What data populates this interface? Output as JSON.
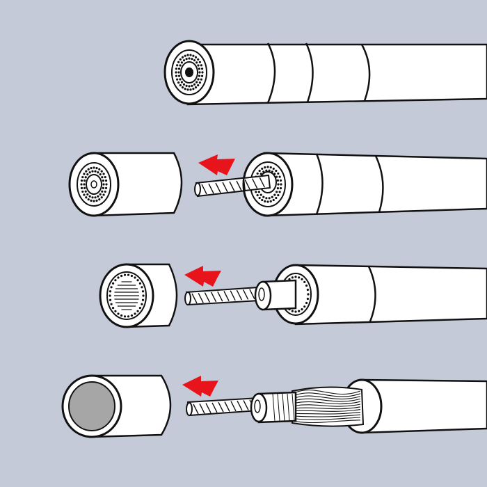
{
  "colors": {
    "background": "#c5cad8",
    "cable": "#ffffff",
    "outline": "#111111",
    "arrow": "#e8141b",
    "sleeve_inner": "#a6a6a6"
  },
  "steps": [
    {
      "id": "step-1",
      "name": "intact-coax-cable",
      "arrow": false,
      "removed_part": "none"
    },
    {
      "id": "step-2",
      "name": "strip-outer-jacket-over-braid",
      "arrow": true,
      "arrow_direction": "left",
      "removed_part": "jacket-with-braid-and-dielectric"
    },
    {
      "id": "step-3",
      "name": "strip-jacket-expose-dielectric",
      "arrow": true,
      "arrow_direction": "left",
      "removed_part": "jacket-with-braid-end"
    },
    {
      "id": "step-4",
      "name": "strip-dielectric-expose-conductor",
      "arrow": true,
      "arrow_direction": "left",
      "removed_part": "empty-sleeve"
    }
  ],
  "icons": [
    "cable-end-icon",
    "removal-arrow-icon",
    "stranded-conductor-icon",
    "braided-shield-icon"
  ]
}
